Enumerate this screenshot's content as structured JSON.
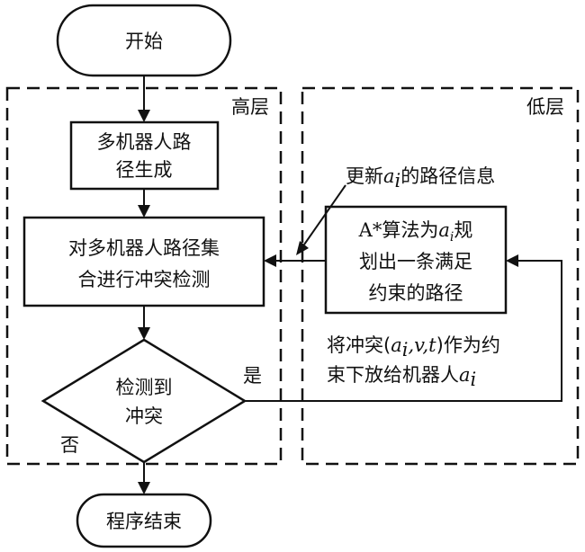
{
  "nodes": {
    "start": "开始",
    "generate_line1": "多机器人路",
    "generate_line2": "径生成",
    "detect_line1": "对多机器人路径集",
    "detect_line2": "合进行冲突检测",
    "decision_line1": "检测到",
    "decision_line2": "冲突",
    "plan_line1_prefix": "A*算法为",
    "plan_line1_var": "a",
    "plan_line1_sub": "i",
    "plan_line1_suffix": "规",
    "plan_line2": "划出一条满足",
    "plan_line3": "约束的路径",
    "end": "程序结束"
  },
  "regions": {
    "high_level": "高层",
    "low_level": "低层"
  },
  "labels": {
    "update_prefix": "更新",
    "update_var": "a",
    "update_sub": "i",
    "update_suffix": "的路径信息",
    "constraint_line1_prefix": "将冲突(",
    "constraint_line1_math": "a",
    "constraint_line1_sub": "i",
    "constraint_line1_rest": ",v,t",
    "constraint_line1_suffix": ")作为约",
    "constraint_line2_prefix": "束下放给机器人",
    "constraint_line2_var": "a",
    "constraint_line2_sub": "i",
    "yes": "是",
    "no": "否"
  }
}
